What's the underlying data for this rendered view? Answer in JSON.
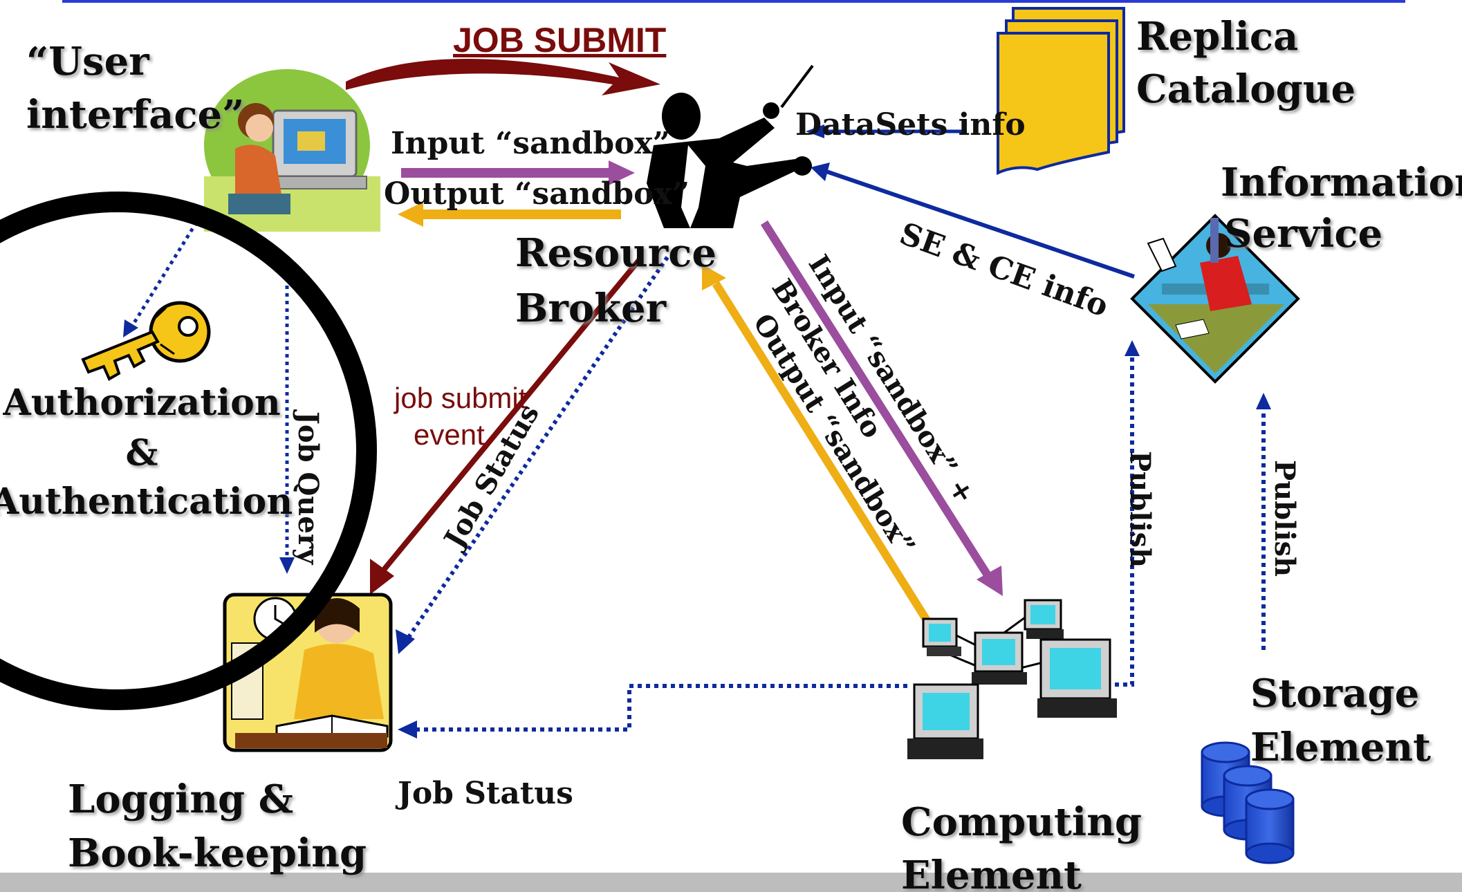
{
  "colors": {
    "dark_red": "#7a0c0c",
    "purple": "#9b4d9e",
    "orange": "#eeae14",
    "blue": "#0d2a9e",
    "black": "#000000"
  },
  "labels": {
    "job_submit": "JOB SUBMIT",
    "user_interface_1": "“User",
    "user_interface_2": "interface”",
    "replica_1": "Replica",
    "replica_2": "Catalogue",
    "datasets_info": "DataSets info",
    "information_1": "Information",
    "information_2": "Service",
    "input_sandbox": "Input “sandbox”",
    "output_sandbox": "Output “sandbox”",
    "resource_1": "Resource",
    "resource_2": "Broker",
    "se_ce_info": "SE & CE info",
    "auth_1": "Authorization",
    "auth_2": "&",
    "auth_3": "Authentication",
    "job_query": "Job Query",
    "job_submit_event_1": "job submit",
    "job_submit_event_2": "event",
    "job_status_diag": "Job Status",
    "input_sandbox_diag": "Input “sandbox” +",
    "broker_info_diag": "Broker Info",
    "output_sandbox_diag": "Output “sandbox”",
    "publish_1": "Publish",
    "publish_2": "Publish",
    "storage_1": "Storage",
    "storage_2": "Element",
    "logging_1": "Logging &",
    "logging_2": "Book-keeping",
    "job_status_bottom": "Job Status",
    "computing_1": "Computing",
    "computing_2": "Element"
  },
  "icons": {
    "user": "person-at-computer-icon",
    "broker": "conductor-icon",
    "replica": "document-stack-icon",
    "info": "person-at-desk-icon",
    "key": "key-icon",
    "logging": "person-reading-icon",
    "computing": "networked-computers-icon",
    "storage": "database-cylinders-icon"
  }
}
